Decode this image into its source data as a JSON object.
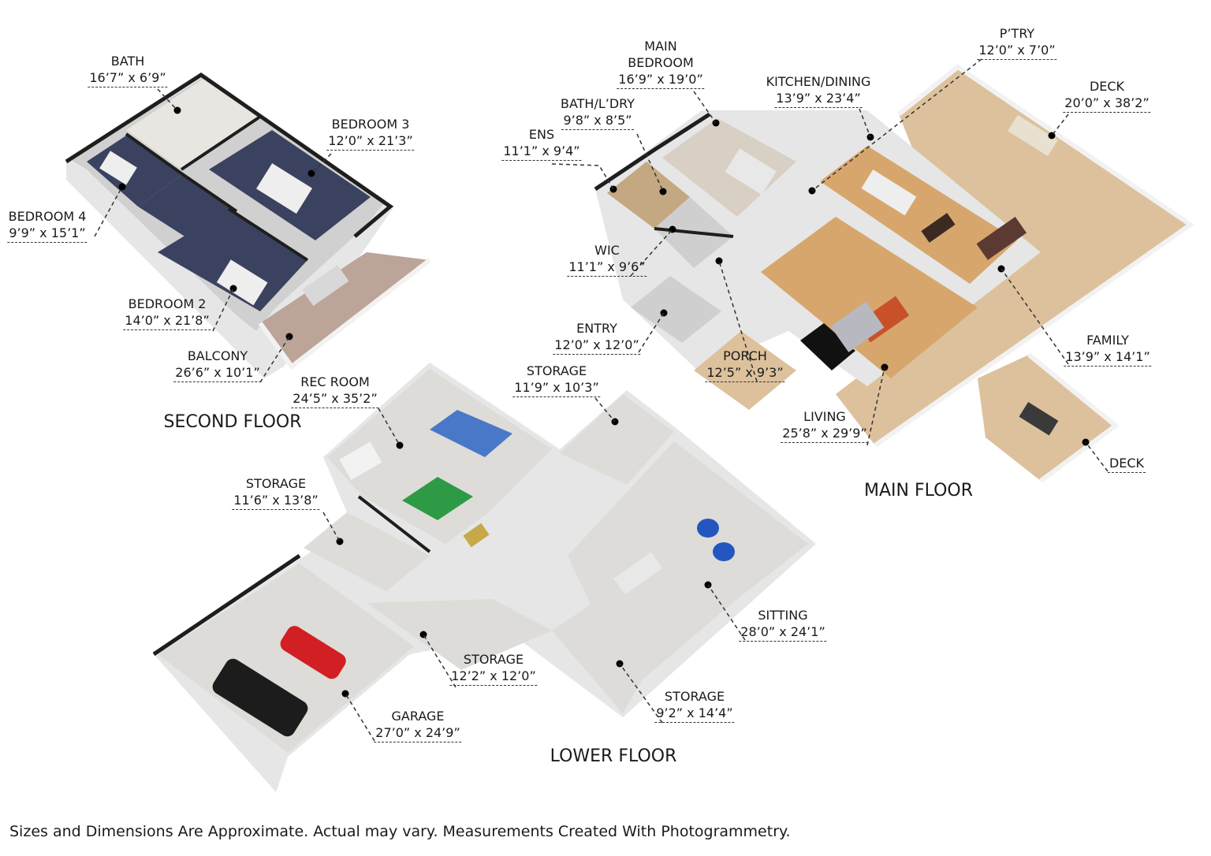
{
  "floors": {
    "second": "SECOND FLOOR",
    "main": "MAIN FLOOR",
    "lower": "LOWER FLOOR"
  },
  "rooms": {
    "bath2": {
      "name": "BATH",
      "dim": "16’7” x 6’9”"
    },
    "bedroom3": {
      "name": "BEDROOM 3",
      "dim": "12’0” x 21’3”"
    },
    "bedroom4": {
      "name": "BEDROOM 4",
      "dim": "9’9” x 15’1”"
    },
    "bedroom2": {
      "name": "BEDROOM 2",
      "dim": "14’0” x 21’8”"
    },
    "balcony": {
      "name": "BALCONY",
      "dim": "26’6” x 10’1”"
    },
    "main_bedroom": {
      "name1": "MAIN",
      "name2": "BEDROOM",
      "dim": "16’9” x 19’0”"
    },
    "kitchen": {
      "name": "KITCHEN/DINING",
      "dim": "13’9” x 23’4”"
    },
    "pantry": {
      "name": "P’TRY",
      "dim": "12’0” x 7’0”"
    },
    "deck_top": {
      "name": "DECK",
      "dim": "20’0” x 38’2”"
    },
    "bath_laundry": {
      "name": "BATH/L’DRY",
      "dim": "9’8” x 8’5”"
    },
    "ens": {
      "name": "ENS",
      "dim": "11’1” x 9’4”"
    },
    "wic": {
      "name": "WIC",
      "dim": "11’1” x 9’6”"
    },
    "entry": {
      "name": "ENTRY",
      "dim": "12’0” x 12’0”"
    },
    "porch": {
      "name": "PORCH",
      "dim": "12’5” x 9’3”"
    },
    "living": {
      "name": "LIVING",
      "dim": "25’8” x 29’9”"
    },
    "family": {
      "name": "FAMILY",
      "dim": "13’9” x 14’1”"
    },
    "deck_bottom": {
      "name": "DECK"
    },
    "rec_room": {
      "name": "REC ROOM",
      "dim": "24’5” x 35’2”"
    },
    "storage_a": {
      "name": "STORAGE",
      "dim": "11’9” x 10’3”"
    },
    "storage_b": {
      "name": "STORAGE",
      "dim": "11’6” x 13’8”"
    },
    "sitting": {
      "name": "SITTING",
      "dim": "28’0” x 24’1”"
    },
    "storage_c": {
      "name": "STORAGE",
      "dim": "12’2” x 12’0”"
    },
    "storage_d": {
      "name": "STORAGE",
      "dim": "9’2” x 14’4”"
    },
    "garage": {
      "name": "GARAGE",
      "dim": "27’0” x 24’9”"
    }
  },
  "footnote": "Sizes and Dimensions Are Approximate. Actual may vary. Measurements Created With Photogrammetry.",
  "colors": {
    "wall": "#1e1e1e",
    "wall_side": "#d9d9d9",
    "carpet": "#3b4260",
    "wood_floor": "#d7a66c",
    "deck_wood": "#dcc19c",
    "balcony_wood": "#bca598",
    "concrete": "#dedcd8",
    "tile": "#cfcfcf",
    "railing": "#f2f2f2"
  }
}
